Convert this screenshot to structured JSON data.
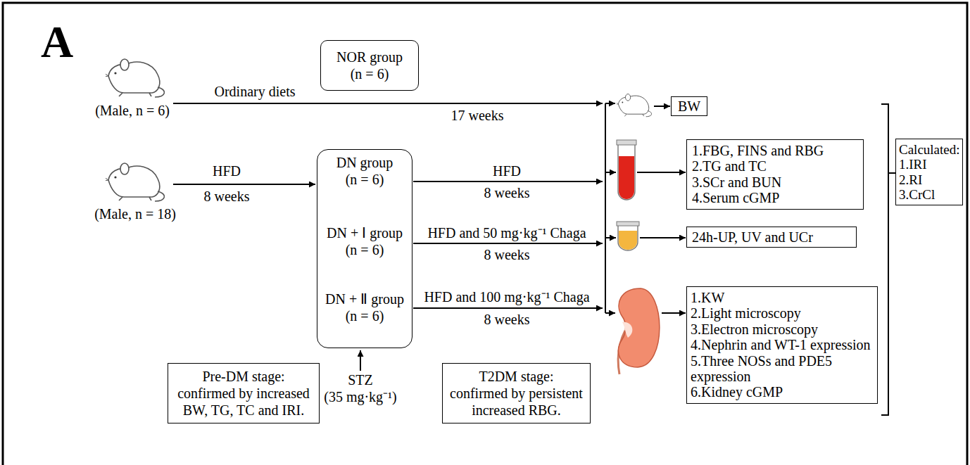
{
  "diagram": {
    "nodes": [
      {
        "text": [
          "NOR group (n = 6)"
        ]
      },
      {
        "text": [
          "DN group (n = 6)",
          "DN + Ⅰ group (n = 6)",
          "DN + Ⅱ group (n = 6)"
        ]
      },
      {
        "text": [
          "BW"
        ]
      },
      {
        "text": [
          "1.FBG, FINS and RBG",
          "2.TG and TC",
          "3.SCr and BUN",
          "4.Serum cGMP"
        ]
      },
      {
        "text": [
          "24h-UP, UV and UCr"
        ]
      },
      {
        "text": [
          "1.KW",
          "2.Light microscopy",
          "3.Electron microscopy",
          "4.Nephrin and WT-1 expression",
          "5.Three NOSs and PDE5 expression",
          "6.Kidney cGMP"
        ]
      },
      {
        "text": [
          "Calculated:",
          "1.IRI",
          "2.RI",
          "3.CrCl"
        ]
      },
      {
        "text": [
          "Pre-DM stage: confirmed by increased BW, TG, TC and IRI."
        ]
      },
      {
        "text": [
          "T2DM stage: confirmed by persistent increased RBG."
        ]
      }
    ],
    "labels": [
      "A",
      "Ordinary diets",
      "17 weeks",
      "(Male, n = 6)",
      "HFD",
      "8 weeks",
      "(Male, n = 18)",
      "HFD",
      "8 weeks",
      "HFD and 50 mg·kg⁻¹ Chaga",
      "8 weeks",
      "HFD and 100 mg·kg⁻¹ Chaga",
      "8 weeks",
      "STZ",
      "(35 mg·kg⁻¹)"
    ]
  }
}
